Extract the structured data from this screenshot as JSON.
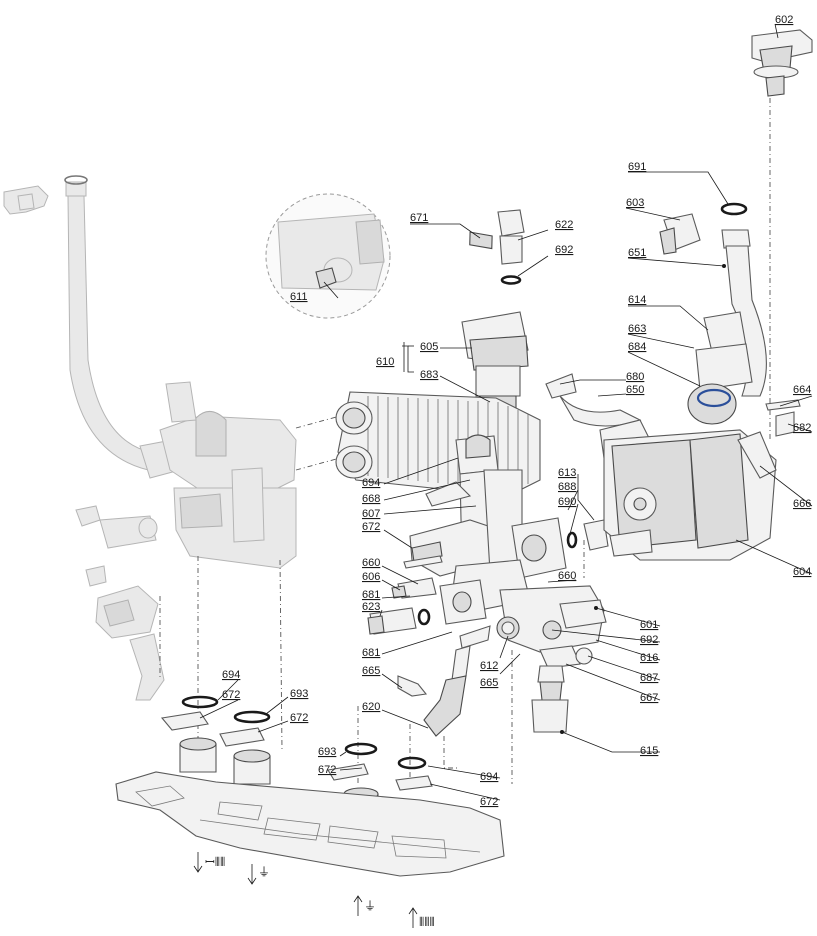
{
  "labels": {
    "l602": "602",
    "l691": "691",
    "l603": "603",
    "l651": "651",
    "l671": "671",
    "l622": "622",
    "l692a": "692",
    "l614": "614",
    "l663": "663",
    "l684": "684",
    "l605": "605",
    "l610": "610",
    "l683": "683",
    "l680": "680",
    "l650": "650",
    "l664": "664",
    "l682": "682",
    "l611": "611",
    "l694a": "694",
    "l668": "668",
    "l607": "607",
    "l672a": "672",
    "l613": "613",
    "l688": "688",
    "l690": "690",
    "l666": "666",
    "l604": "604",
    "l660a": "660",
    "l606": "606",
    "l660b": "660",
    "l681a": "681",
    "l623": "623",
    "l601": "601",
    "l692b": "692",
    "l616": "616",
    "l687": "687",
    "l667": "667",
    "l681b": "681",
    "l612": "612",
    "l665a": "665",
    "l665b": "665",
    "l620": "620",
    "l615": "615",
    "l694b": "694",
    "l672b": "672",
    "l693a": "693",
    "l672c": "672",
    "l693b": "693",
    "l672d": "672",
    "l694c": "694",
    "l672e": "672"
  },
  "icons": {
    "heating_out": "heating-flow-coil-icon",
    "hot_water_out": "hot-water-tap-icon",
    "cold_in": "cold-water-tap-icon",
    "heating_return": "heating-return-coil-icon"
  }
}
